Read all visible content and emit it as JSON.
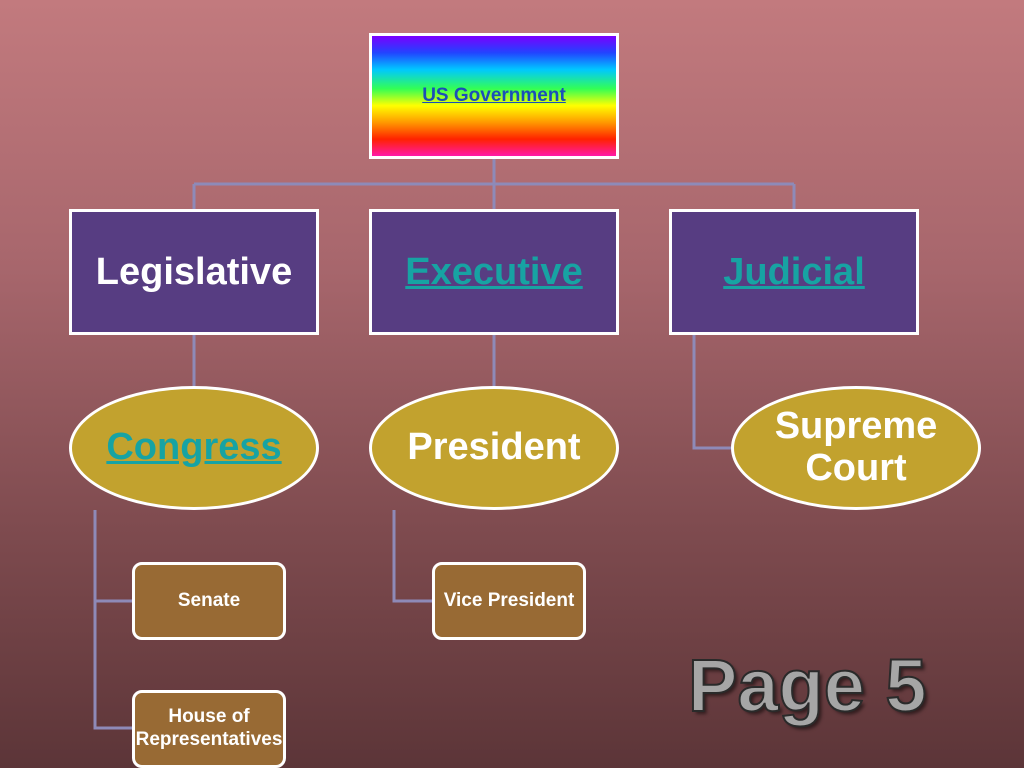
{
  "top": {
    "label": "US Government"
  },
  "branches": [
    {
      "label": "Legislative"
    },
    {
      "label": "Executive"
    },
    {
      "label": "Judicial"
    }
  ],
  "bodies": [
    {
      "label": "Congress"
    },
    {
      "label": "President"
    },
    {
      "label": "Supreme Court",
      "line1": "Supreme",
      "line2": "Court"
    }
  ],
  "members": [
    {
      "label": "Senate"
    },
    {
      "label": "Vice President"
    },
    {
      "label": "House of Representatives",
      "line1": "House of",
      "line2": "Representatives"
    }
  ],
  "footer": {
    "page_label": "Page 5"
  },
  "colors": {
    "branch_fill": "#573d82",
    "oval_fill": "#c2a22e",
    "leaf_fill": "#986a34",
    "connector": "#8e8ab8",
    "link": "#17a3a3"
  }
}
